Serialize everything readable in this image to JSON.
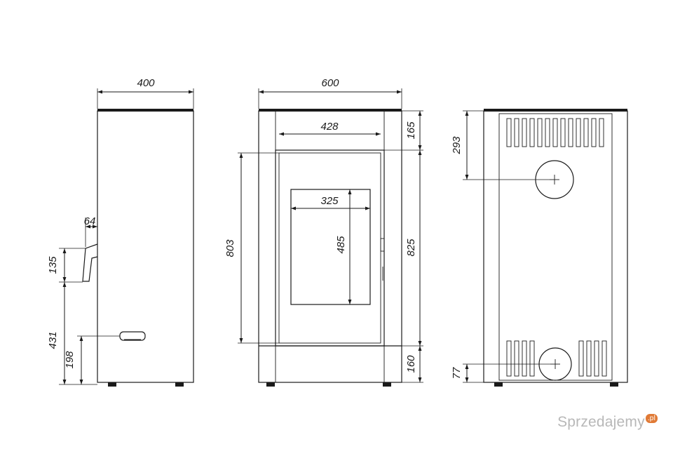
{
  "dimensions": {
    "side_width": "400",
    "handle_depth": "64",
    "handle_height": "135",
    "handle_level": "431",
    "knob_level": "198",
    "front_width": "600",
    "door_width": "428",
    "glass_width": "325",
    "glass_height": "485",
    "door_height": "803",
    "top_band": "165",
    "middle_height": "825",
    "bottom_band": "160",
    "top_outlet_level": "293",
    "bottom_inlet_level": "77"
  },
  "watermark": {
    "text": "Sprzedajemy",
    "tld": ".pl"
  }
}
